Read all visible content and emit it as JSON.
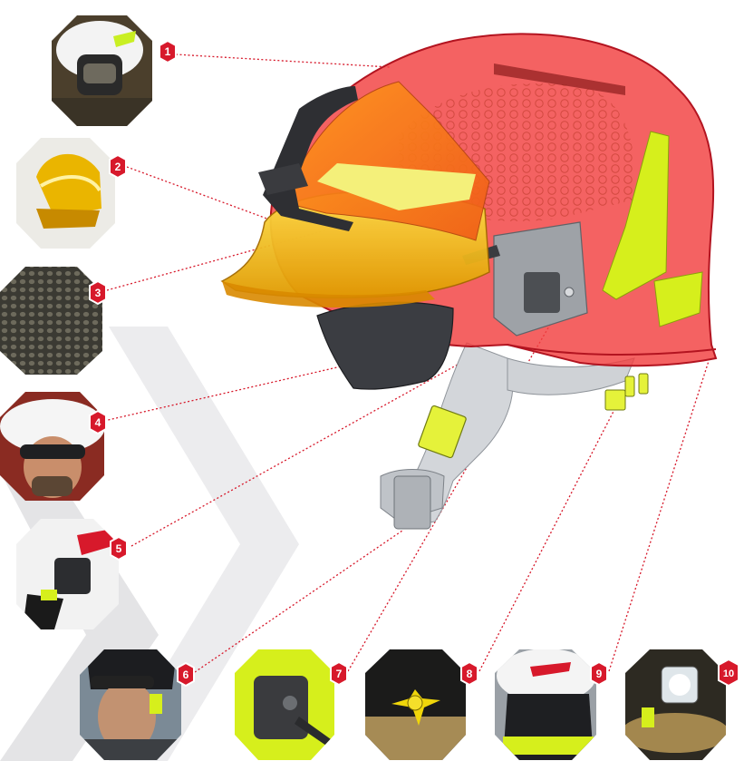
{
  "colors": {
    "accent_red": "#d7192b",
    "helmet_shell": "#e83a3a",
    "visor_gold": "#f2b705",
    "hi_vis_yellow": "#d6ef1c",
    "chevron_gray": "#e6e6e8",
    "chin_strap_gray": "#c9ccd0"
  },
  "helmet_illustration": {
    "icon": "firefighter-helmet-exploded-icon"
  },
  "callouts": [
    {
      "number": "1",
      "icon": "helmet-shell-photo-icon"
    },
    {
      "number": "2",
      "icon": "gold-visor-photo-icon"
    },
    {
      "number": "3",
      "icon": "mesh-liner-photo-icon"
    },
    {
      "number": "4",
      "icon": "eye-protection-photo-icon"
    },
    {
      "number": "5",
      "icon": "side-mount-adapter-photo-icon"
    },
    {
      "number": "6",
      "icon": "chin-strap-photo-icon"
    },
    {
      "number": "7",
      "icon": "lamp-connector-photo-icon"
    },
    {
      "number": "8",
      "icon": "adjustment-knob-photo-icon"
    },
    {
      "number": "9",
      "icon": "neck-protector-photo-icon"
    },
    {
      "number": "10",
      "icon": "helmet-light-photo-icon"
    }
  ]
}
